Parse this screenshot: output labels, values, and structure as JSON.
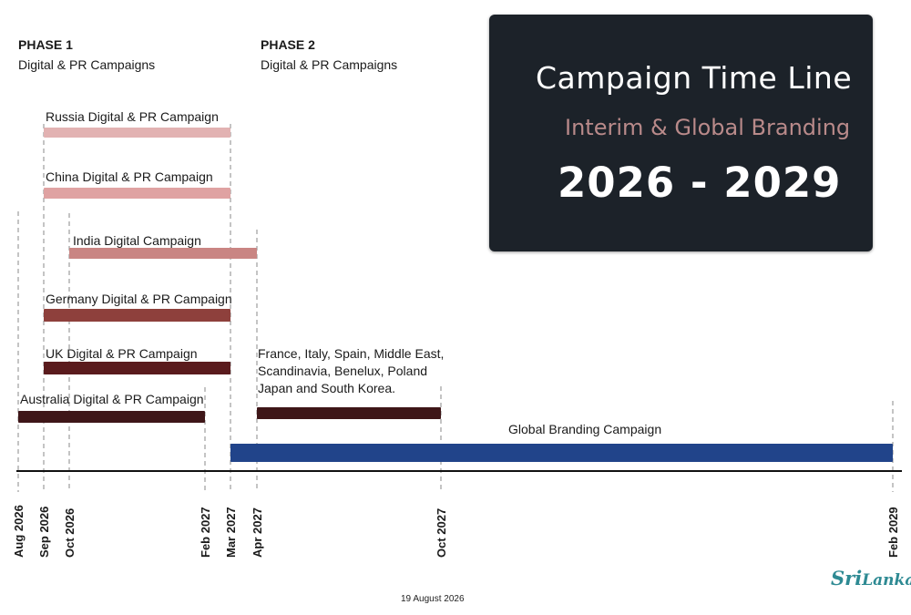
{
  "phase1": {
    "title": "PHASE 1",
    "subtitle": "Digital & PR Campaigns"
  },
  "phase2": {
    "title": "PHASE 2",
    "subtitle": "Digital & PR Campaigns"
  },
  "title_box": {
    "title": "Campaign Time Line",
    "subtitle": "Interim & Global Branding",
    "years": "2026 - 2029"
  },
  "footer_date": "19 August 2026",
  "logo": {
    "word1": "Sri",
    "word2": "Lanka"
  },
  "colors": {
    "background": "#ffffff",
    "title_box": "#1c2229",
    "subtitle_text": "#b98a8a",
    "global_bar": "#21448a",
    "logo": "#2e8a93"
  },
  "chart_data": {
    "type": "gantt",
    "title": "Campaign Time Line",
    "subtitle": "Interim & Global Branding",
    "x_axis_ticks": [
      "Aug 2026",
      "Sep 2026",
      "Oct 2026",
      "Feb 2027",
      "Mar 2027",
      "Apr 2027",
      "Oct 2027",
      "Feb 2029"
    ],
    "tasks": [
      {
        "label": "Russia Digital & PR Campaign",
        "start": "Sep 2026",
        "end": "Mar 2027",
        "color": "#e2b2b2"
      },
      {
        "label": "China Digital & PR Campaign",
        "start": "Sep 2026",
        "end": "Mar 2027",
        "color": "#dfa2a2"
      },
      {
        "label": "India Digital Campaign",
        "start": "Oct 2026",
        "end": "Apr 2027",
        "color": "#c98583"
      },
      {
        "label": "Germany Digital & PR Campaign",
        "start": "Sep 2026",
        "end": "Mar 2027",
        "color": "#8e403c"
      },
      {
        "label": "UK Digital & PR Campaign",
        "start": "Sep 2026",
        "end": "Mar 2027",
        "color": "#5a1b1d"
      },
      {
        "label": "Australia Digital & PR Campaign",
        "start": "Aug 2026",
        "end": "Feb 2027",
        "color": "#3e1618"
      },
      {
        "label": "France, Italy, Spain, Middle East, Scandinavia, Benelux, Poland Japan and South Korea.",
        "label_lines": [
          "France, Italy, Spain, Middle East,",
          "Scandinavia, Benelux, Poland",
          "Japan and South Korea."
        ],
        "start": "Apr 2027",
        "end": "Oct 2027",
        "color": "#3e1618"
      },
      {
        "label": "Global Branding Campaign",
        "start": "Mar 2027",
        "end": "Feb 2029",
        "color": "#21448a"
      }
    ]
  }
}
